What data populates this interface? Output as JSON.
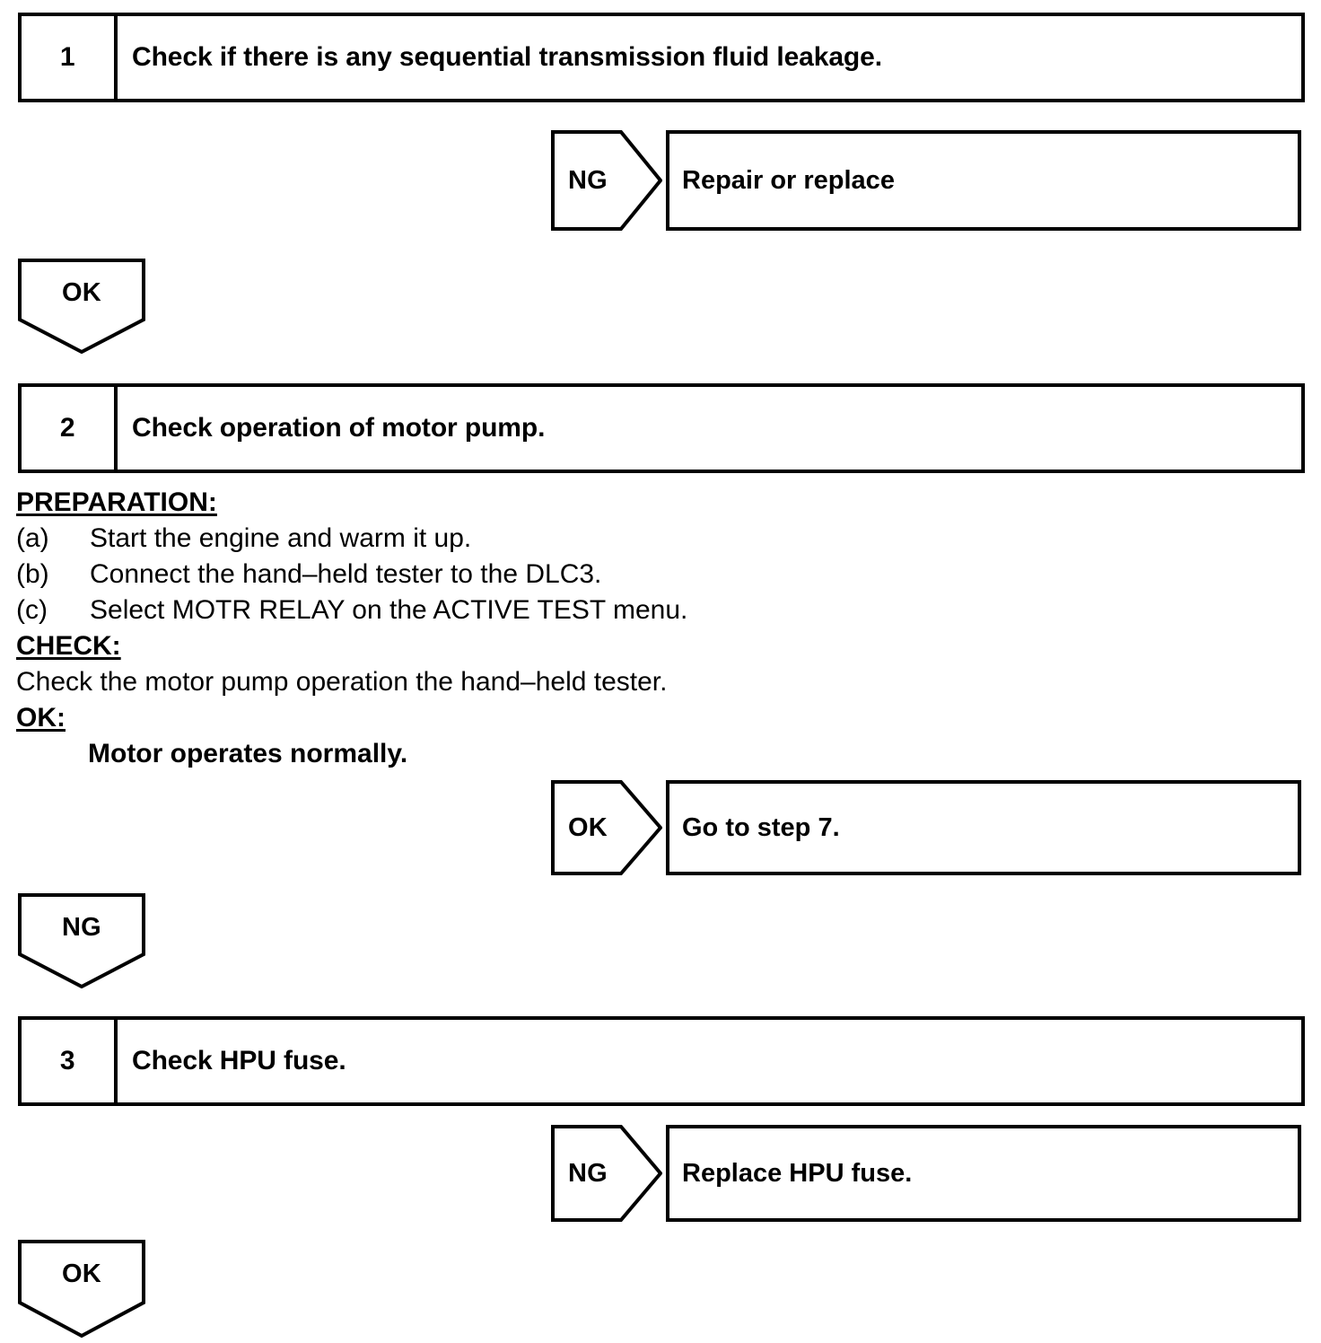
{
  "document": {
    "type": "diagnostic-flowchart",
    "title": "Sequential transmission / motor pump diagnostic troubleshooting chart"
  },
  "steps": [
    {
      "number": "1",
      "title": "Check if there is any sequential transmission fluid leakage.",
      "branch_right": {
        "label": "NG",
        "result": "Repair or replace"
      },
      "branch_down": {
        "label": "OK"
      }
    },
    {
      "number": "2",
      "title": "Check operation of motor pump.",
      "branch_right": {
        "label": "OK",
        "result": "Go to step 7."
      },
      "branch_down": {
        "label": "NG"
      },
      "detail": {
        "preparation_heading": "PREPARATION:",
        "preparation_items": [
          {
            "tag": "(a)",
            "text": "Start the engine and warm it up."
          },
          {
            "tag": "(b)",
            "text": "Connect the hand–held tester to the DLC3."
          },
          {
            "tag": "(c)",
            "text": "Select MOTR RELAY on the ACTIVE TEST menu."
          }
        ],
        "check_heading": "CHECK:",
        "check_text": "Check the motor pump operation the hand–held tester.",
        "ok_heading": "OK:",
        "ok_value": "Motor operates normally."
      }
    },
    {
      "number": "3",
      "title": "Check HPU fuse.",
      "branch_right": {
        "label": "NG",
        "result": "Replace HPU fuse."
      },
      "branch_down": {
        "label": "OK"
      }
    }
  ],
  "colors": {
    "ink": "#000000",
    "paper": "#ffffff"
  }
}
